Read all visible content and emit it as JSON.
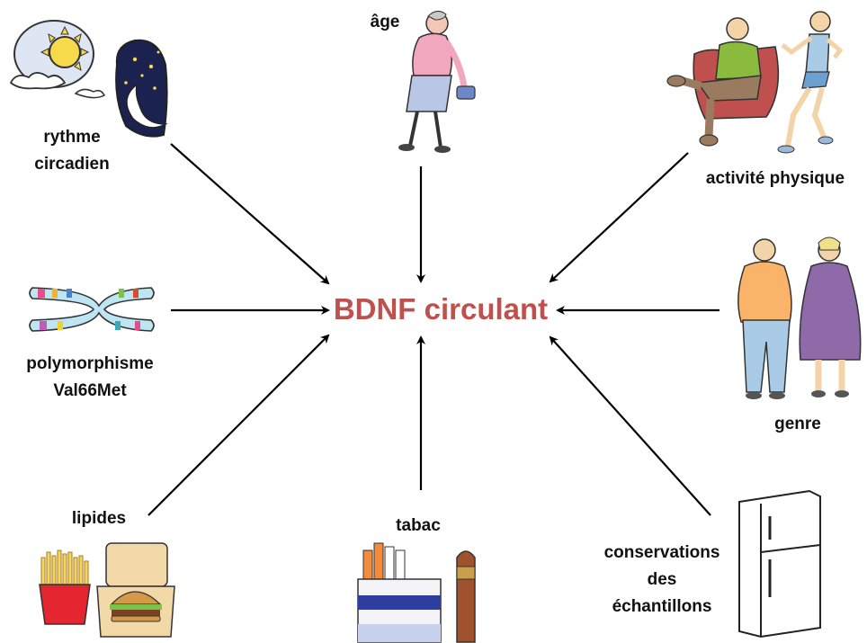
{
  "center": {
    "label": "BDNF circulant",
    "color": "#c0504d"
  },
  "factors": {
    "rythme": {
      "line1": "rythme",
      "line2": "circadien"
    },
    "age": {
      "label": "âge"
    },
    "activite": {
      "label": "activité physique"
    },
    "polymorphisme": {
      "line1": "polymorphisme",
      "line2": "Val66Met"
    },
    "genre": {
      "label": "genre"
    },
    "lipides": {
      "label": "lipides"
    },
    "tabac": {
      "label": "tabac"
    },
    "conservation": {
      "line1": "conservations",
      "line2": "des",
      "line3": "échantillons"
    }
  },
  "icons": [
    "sun-icon",
    "moon-icon",
    "elderly-woman-icon",
    "sitting-man-icon",
    "runner-icon",
    "chromosome-icon",
    "overweight-man-icon",
    "overweight-woman-icon",
    "fries-icon",
    "burger-box-icon",
    "cigarette-pack-icon",
    "cigar-icon",
    "refrigerator-icon"
  ],
  "colors": {
    "arrow": "#000000",
    "center_text": "#c0504d"
  }
}
